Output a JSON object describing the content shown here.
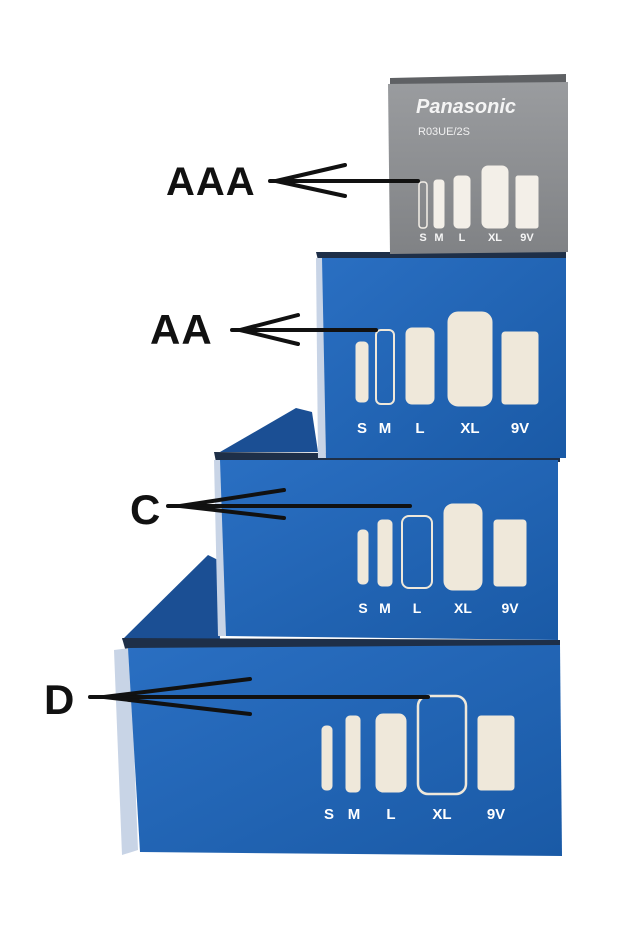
{
  "image": {
    "labels": {
      "aaa": "AAA",
      "aa": "AA",
      "c": "C",
      "d": "D"
    },
    "top_box": {
      "brand": "Panasonic",
      "model": "R03UE/2S"
    },
    "size_captions": [
      "S",
      "M",
      "L",
      "XL",
      "9V"
    ],
    "colors": {
      "box_blue": "#1f63b4",
      "box_grey": "#8d8f92",
      "icon_fill": "#efe8da",
      "label_text": "#111111",
      "background": "#ffffff"
    }
  }
}
